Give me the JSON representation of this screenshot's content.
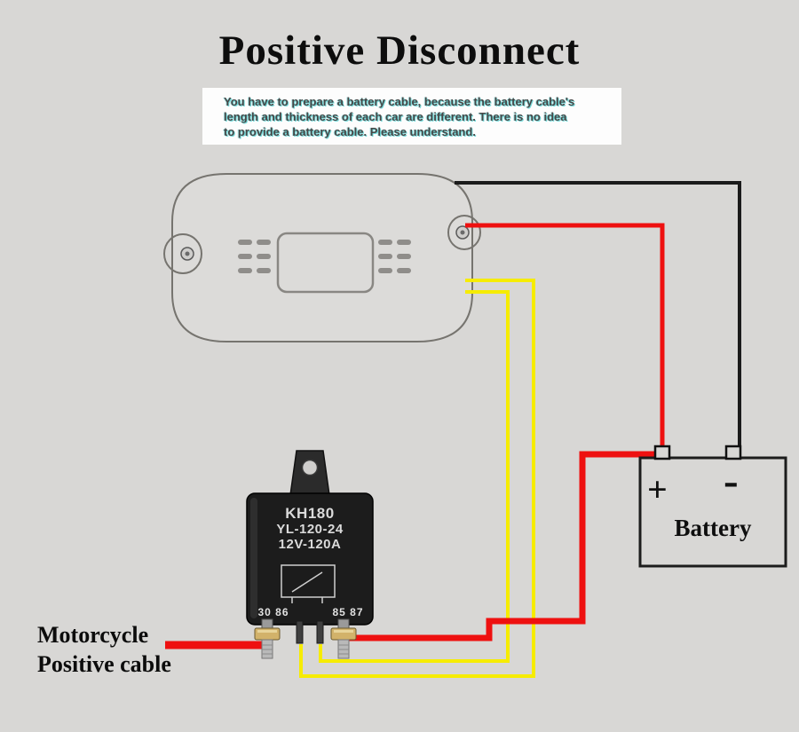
{
  "title": "Positive Disconnect",
  "note": {
    "lines": [
      "You have to prepare a battery cable, because the battery cable's",
      "length and thickness of each car are different. There is no idea",
      "to provide a battery cable. Please understand."
    ]
  },
  "relay": {
    "model": "KH180",
    "type": "YL-120-24",
    "rating": "12V-120A",
    "pins_left": "30 86",
    "pins_right": "85 87"
  },
  "battery": {
    "label": "Battery",
    "positive": "+",
    "negative": "-"
  },
  "cable": {
    "line1": "Motorcycle",
    "line2": "Positive cable"
  },
  "colors": {
    "background": "#d8d7d5",
    "wire_red": "#ee1010",
    "wire_yellow": "#f6ec00",
    "wire_black": "#1b1b1b",
    "relay_body": "#1c1c1c"
  }
}
